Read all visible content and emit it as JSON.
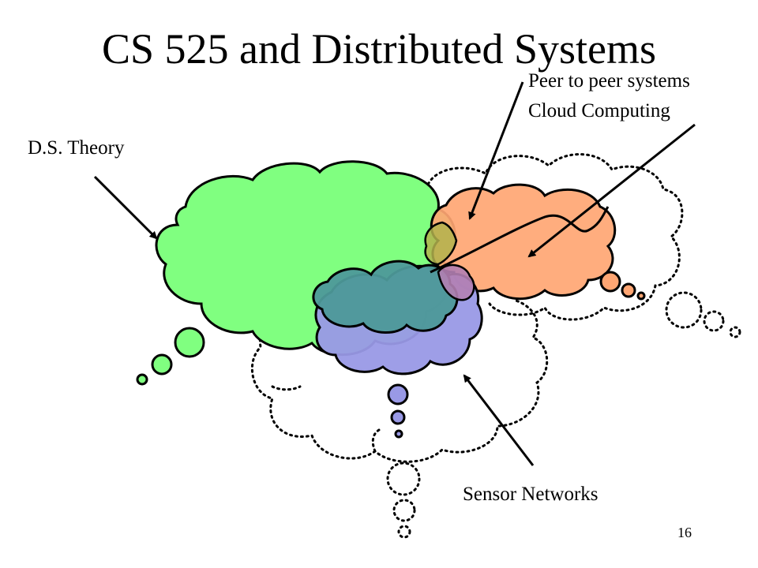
{
  "slide": {
    "title": "CS 525 and Distributed Systems",
    "page_number": "16"
  },
  "labels": {
    "ds_theory": "D.S. Theory",
    "peer_to_peer": "Peer to peer systems",
    "cloud_computing": "Cloud Computing",
    "sensor_networks": "Sensor Networks"
  },
  "colors": {
    "ds_theory_cloud": "#80ff80",
    "p2p_cloud": "#ffa673",
    "sensor_cloud": "#9999e6",
    "overlap_cloud": "#4d9999",
    "outline": "#000000"
  }
}
